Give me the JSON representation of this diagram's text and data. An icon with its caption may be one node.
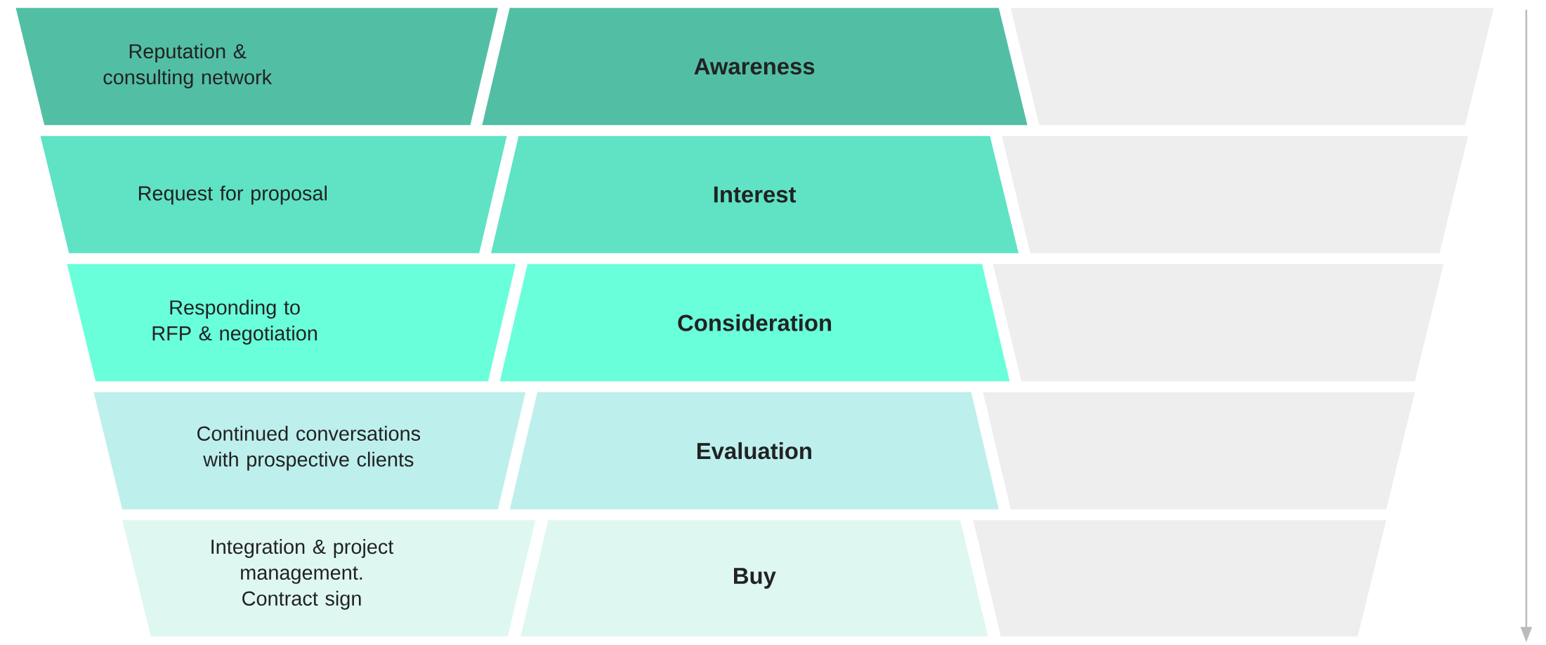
{
  "diagram": {
    "nodes": [
      {
        "text": [
          "Reputation & consulting network"
        ]
      },
      {
        "text": [
          "Awareness"
        ]
      },
      {
        "text": [],
        "shape": "trapezoid"
      },
      {
        "text": [
          "Request for proposal"
        ]
      },
      {
        "text": [
          "Interest"
        ]
      },
      {
        "text": [],
        "shape": "trapezoid"
      },
      {
        "text": [
          "Responding to RFP & negotiation"
        ]
      },
      {
        "text": [
          "Consideration"
        ]
      },
      {
        "text": [],
        "shape": "trapezoid"
      },
      {
        "text": [
          "Continued conversations with prospective clients"
        ]
      },
      {
        "text": [
          "Evaluation"
        ]
      },
      {
        "text": [],
        "shape": "trapezoid"
      },
      {
        "text": [
          "Integration & project management. Contract sign"
        ]
      },
      {
        "text": [
          "Buy"
        ]
      },
      {
        "text": [],
        "shape": "trapezoid"
      }
    ]
  }
}
